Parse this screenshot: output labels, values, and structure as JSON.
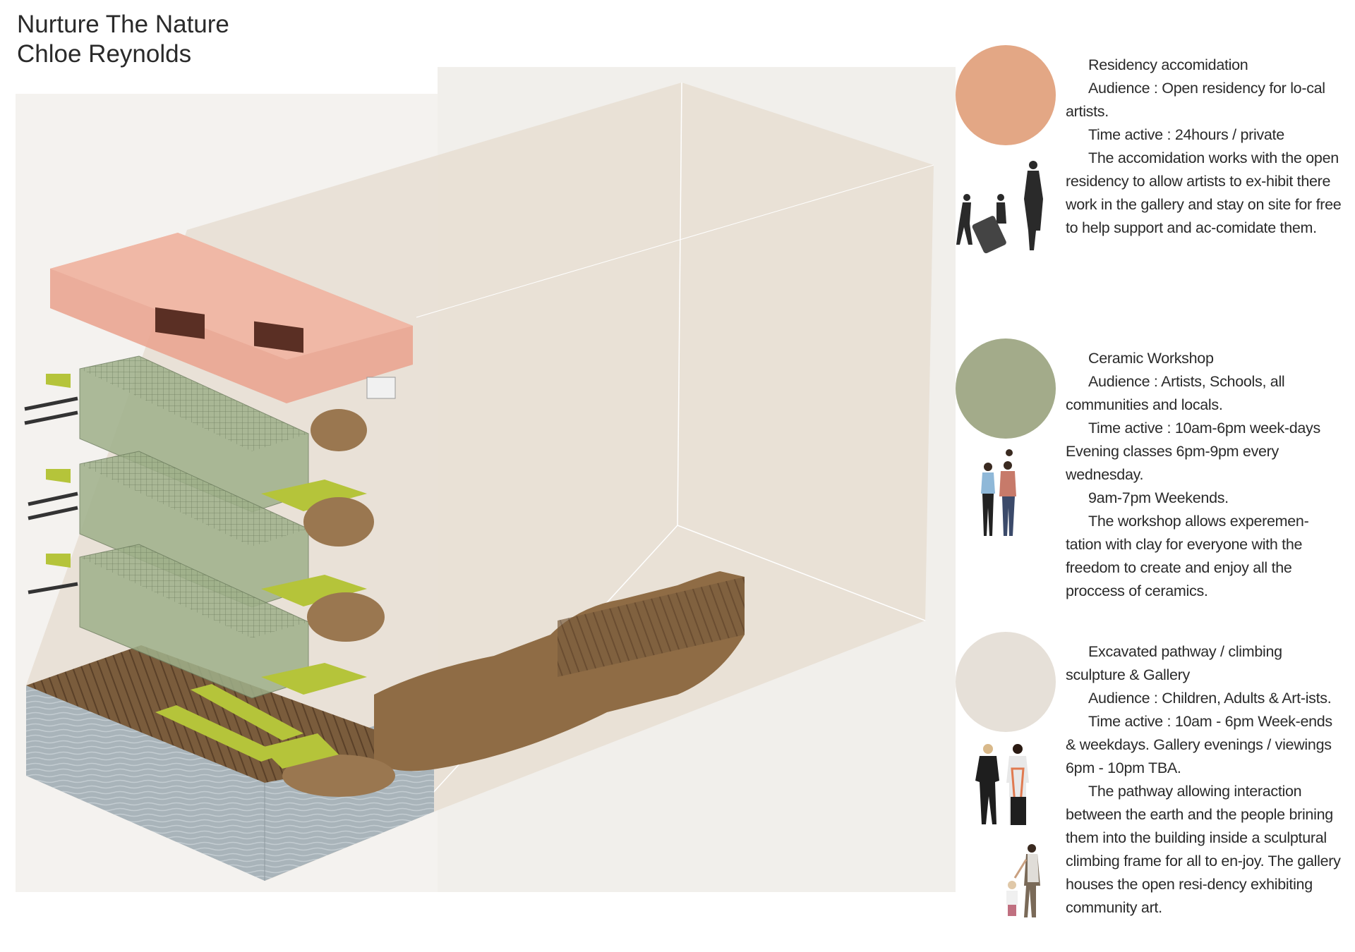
{
  "header": {
    "title": "Nurture The Nature",
    "author": "Chloe Reynolds"
  },
  "colors": {
    "residency": "#e3a785",
    "workshop": "#a3ab8a",
    "pathway": "#e6e0d8",
    "enclosure": "#e9e1d7",
    "earth": "#8a6a45",
    "green_floor": "#b5c43a"
  },
  "sections": [
    {
      "name": "residency",
      "paragraphs": [
        "Residency accomidation",
        "Audience : Open residency for lo-cal artists.",
        "Time active : 24hours / private",
        "The accomidation works with the open residency to allow artists to ex-hibit there work in the gallery and stay on site for free to help support and ac-comidate them."
      ]
    },
    {
      "name": "workshop",
      "paragraphs": [
        "Ceramic Workshop",
        "Audience : Artists, Schools, all communities and locals.",
        "Time active : 10am-6pm week-days Evening classes 6pm-9pm every wednesday.",
        "9am-7pm Weekends.",
        "The workshop allows experemen-tation with clay for everyone with the freedom to create and enjoy all the proccess of ceramics."
      ]
    },
    {
      "name": "pathway",
      "paragraphs": [
        "Excavated pathway / climbing sculpture & Gallery",
        "Audience : Children, Adults & Art-ists.",
        "Time active : 10am - 6pm Week-ends & weekdays. Gallery evenings / viewings 6pm - 10pm TBA.",
        "The pathway allowing interaction between the earth and the people brining them into the building inside a sculptural climbing frame for all to en-joy. The gallery houses the open resi-dency exhibiting community art."
      ]
    }
  ]
}
